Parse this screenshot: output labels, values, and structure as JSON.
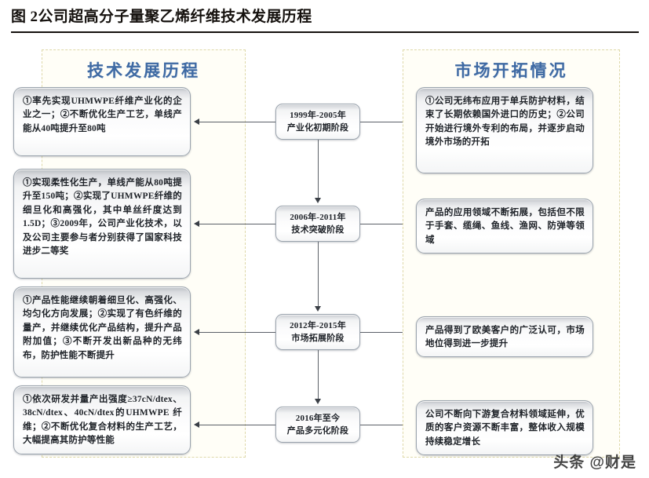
{
  "title": "图 2公司超高分子量聚乙烯纤维技术发展历程",
  "watermark": "头条 @财是",
  "colors": {
    "header_blue": "#3f6aa3",
    "panel_dashed": "#ded8a8",
    "box_border": "#9aa3ad",
    "connector": "#5b6068"
  },
  "left_panel": {
    "header": "技术发展历程",
    "items": [
      {
        "text": "①率先实现UHMWPE纤维产业化的企业之一；②不断优化生产工艺，单线产能从40吨提升至80吨"
      },
      {
        "text": "①实现柔性化生产，单线产能从80吨提升至150吨；②实现了UHMWPE纤维的细旦化和高强化，其中单丝纤度达到1.5D；③2009年，公司产业化技术，以及公司主要参与者分别获得了国家科技进步二等奖"
      },
      {
        "text": "①产品性能继续朝着细旦化、高强化、均匀化方向发展；②实现了有色纤维的量产，并继续优化产品结构，提升产品附加值；③不断开发出新品种的无纬布，防护性能不断提升"
      },
      {
        "text": "①依次研发并量产出强度≥37cN/dtex、38cN/dtex、40cN/dtex的UHMWPE 纤维；②不断优化复合材料的生产工艺，大幅提高其防护等性能"
      }
    ]
  },
  "timeline": {
    "stages": [
      {
        "period": "1999年-2005年",
        "name": "产业化初期阶段"
      },
      {
        "period": "2006年-2011年",
        "name": "技术突破阶段"
      },
      {
        "period": "2012年-2015年",
        "name": "市场拓展阶段"
      },
      {
        "period": "2016年至今",
        "name": "产品多元化阶段"
      }
    ]
  },
  "right_panel": {
    "header": "市场开拓情况",
    "items": [
      {
        "text": "①公司无纬布应用于单兵防护材料，结束了长期依赖国外进口的历史；②公司开始进行境外专利的布局，并逐步启动境外市场的开拓"
      },
      {
        "text": "产品的应用领域不断拓展，包括但不限于手套、缆绳、鱼线、渔网、防弹等领域"
      },
      {
        "text": "产品得到了欧美客户的广泛认可，市场地位得到进一步提升"
      },
      {
        "text": "公司不断向下游复合材料领域延伸，优质的客户资源不断丰富，整体收入规模持续稳定增长"
      }
    ]
  }
}
